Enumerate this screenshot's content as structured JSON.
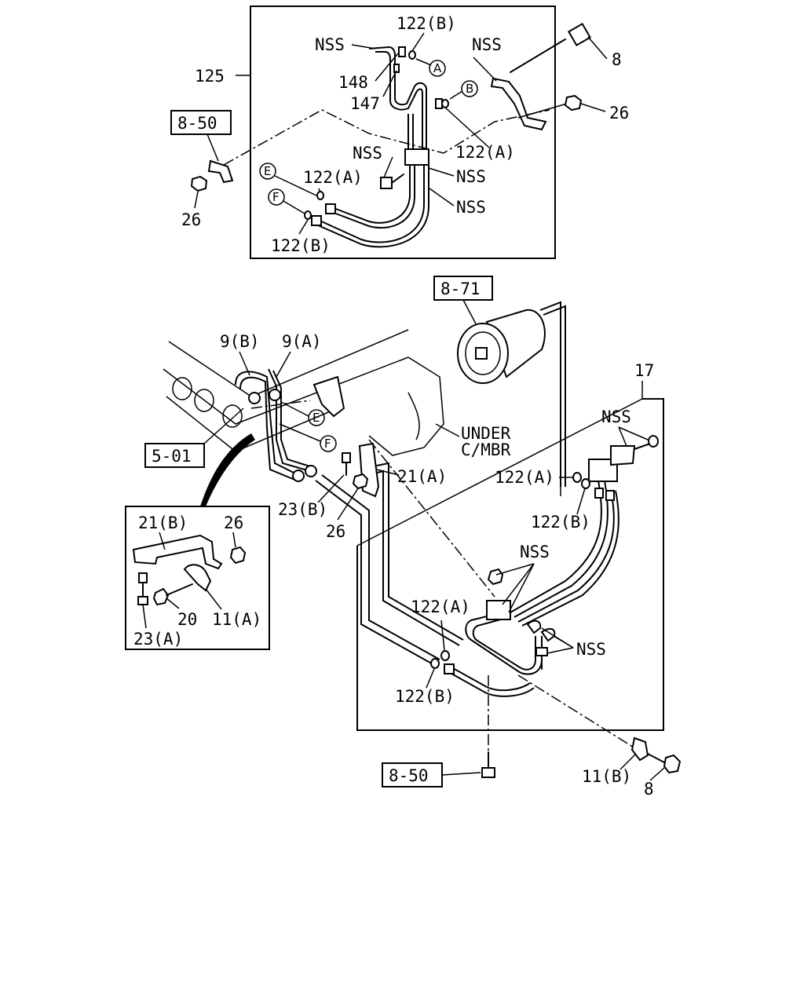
{
  "labels": {
    "nss": "NSS",
    "p125": "125",
    "p122b": "122(B)",
    "p122a": "122(A)",
    "p148": "148",
    "p147": "147",
    "p8": "8",
    "p26": "26",
    "ref850": "8-50",
    "ref871": "8-71",
    "ref501": "5-01",
    "p9b": "9(B)",
    "p9a": "9(A)",
    "p17": "17",
    "under": "UNDER",
    "cmbr": "C/MBR",
    "p21a": "21(A)",
    "p23b": "23(B)",
    "p21b": "21(B)",
    "p20": "20",
    "p11a": "11(A)",
    "p23a": "23(A)",
    "p11b": "11(B)"
  },
  "callouts": {
    "a": "A",
    "b": "B",
    "e": "E",
    "f": "F"
  },
  "colors": {
    "ink": "#000000",
    "background": "#ffffff"
  }
}
